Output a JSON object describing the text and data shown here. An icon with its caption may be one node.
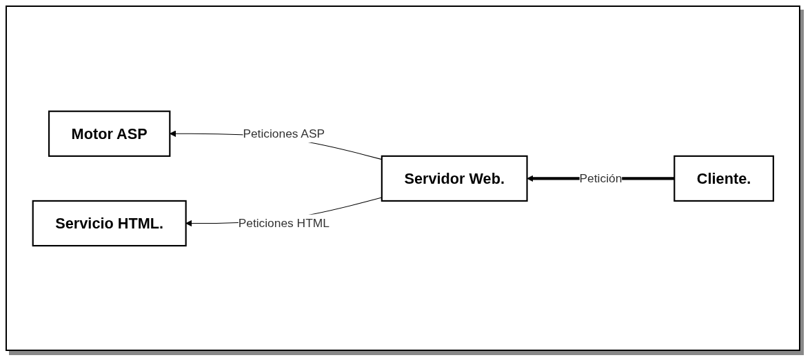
{
  "diagram": {
    "nodes": [
      {
        "text": [
          "Motor ASP"
        ]
      },
      {
        "text": [
          "Servicio HTML."
        ]
      },
      {
        "text": [
          "Servidor Web."
        ]
      },
      {
        "text": [
          "Cliente."
        ]
      }
    ],
    "edges": [
      {
        "from": 2,
        "to": 0,
        "arrow": "to",
        "label": "Peticiones ASP"
      },
      {
        "from": 2,
        "to": 1,
        "arrow": "to",
        "label": "Peticiones HTML"
      },
      {
        "from": 3,
        "to": 2,
        "arrow": "to",
        "label": "Petición",
        "style": "thick"
      }
    ]
  }
}
